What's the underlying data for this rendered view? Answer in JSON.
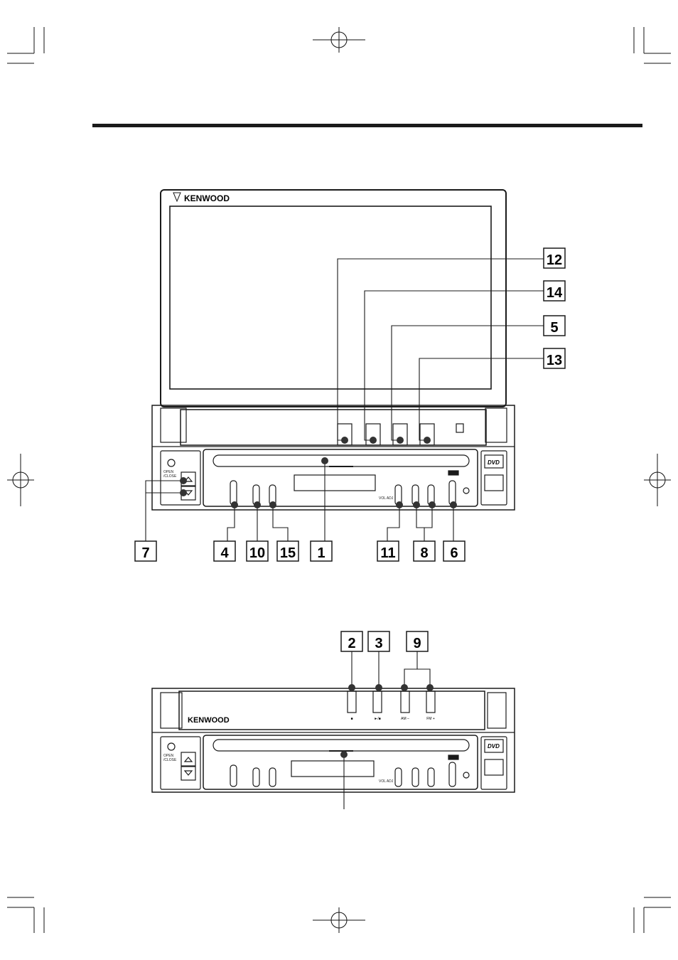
{
  "brand": "KENWOOD",
  "front_panel": {
    "open_close_label": [
      "OPEN",
      "/CLOSE"
    ],
    "vol_adj_label": "VOL ADJ",
    "dvd_badge": "DVD",
    "callouts_right": [
      "12",
      "14",
      "5",
      "13"
    ],
    "callouts_bottom": [
      "7",
      "4",
      "10",
      "15",
      "1",
      "11",
      "8",
      "6"
    ]
  },
  "closed_panel": {
    "brand": "KENWOOD",
    "open_close_label": [
      "OPEN",
      "/CLOSE"
    ],
    "vol_adj_label": "VOL ADJ",
    "dvd_badge": "DVD",
    "button_labels": [
      "■",
      "►/■",
      "AM –",
      "FM +"
    ],
    "callouts_top": [
      "2",
      "3",
      "9"
    ]
  },
  "colors": {
    "ink": "#1a1a1a",
    "rule": "#1a1a1a",
    "dot": "#333333"
  }
}
